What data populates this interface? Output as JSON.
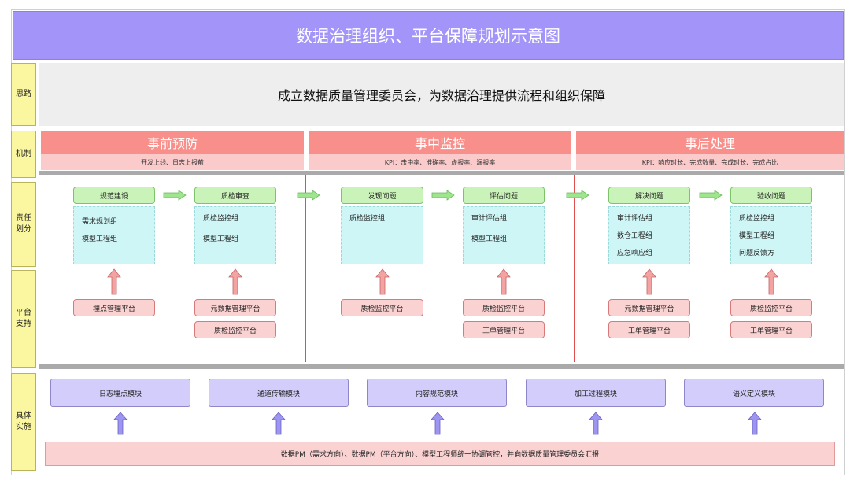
{
  "title": "数据治理组织、平台保障规划示意图",
  "side_labels": {
    "thought": "思路",
    "mechanism": "机制",
    "responsibility": [
      "责任",
      "划分"
    ],
    "platform": [
      "平台",
      "支持"
    ],
    "implementation": [
      "具体",
      "实施"
    ]
  },
  "thought_text": "成立数据质量管理委员会，为数据治理提供流程和组织保障",
  "phases": [
    {
      "name": "事前预防",
      "kpi": "开发上线、日志上报前"
    },
    {
      "name": "事中监控",
      "kpi": "KPI：击中率、准确率、虚报率、漏报率"
    },
    {
      "name": "事后处理",
      "kpi": "KPI：响应时长、完成数量、完成时长、完成占比"
    }
  ],
  "steps": [
    {
      "label": "规范建设",
      "groups": [
        "需求规划组",
        "模型工程组"
      ],
      "platforms": [
        "埋点管理平台"
      ]
    },
    {
      "label": "质检审查",
      "groups": [
        "质检监控组",
        "模型工程组"
      ],
      "platforms": [
        "元数据管理平台",
        "质检监控平台"
      ]
    },
    {
      "label": "发现问题",
      "groups": [
        "质检监控组"
      ],
      "platforms": [
        "质检监控平台"
      ]
    },
    {
      "label": "评估问题",
      "groups": [
        "审计评估组",
        "模型工程组"
      ],
      "platforms": [
        "质检监控平台",
        "工单管理平台"
      ]
    },
    {
      "label": "解决问题",
      "groups": [
        "审计评估组",
        "数仓工程组",
        "应急响应组"
      ],
      "platforms": [
        "元数据管理平台",
        "工单管理平台"
      ]
    },
    {
      "label": "验收问题",
      "groups": [
        "质检监控组",
        "模型工程组",
        "问题反馈方"
      ],
      "platforms": [
        "质检监控平台",
        "工单管理平台"
      ]
    }
  ],
  "modules": [
    "日志埋点模块",
    "通道传输模块",
    "内容规范模块",
    "加工过程模块",
    "语义定义模块"
  ],
  "bottom_text": "数据PM（需求方向）、数据PM（平台方向）、模型工程师统一协调管控，并向数据质量管理委员会汇报",
  "colors": {
    "title_bg": "#a294f9",
    "side_bg": "#fbf7a1",
    "phase_head": "#f88f8a",
    "phase_sub": "#fbcaca",
    "step_green": "#c9f3b8",
    "group_cyan": "#cff6f6",
    "platform_pink": "#fbd2d2",
    "module_purple": "#d2cdfa",
    "arrow_green": "#9ee68d",
    "arrow_pink": "#f4a3a3",
    "arrow_purple": "#9d95f0",
    "divider_red": "#e05050"
  }
}
